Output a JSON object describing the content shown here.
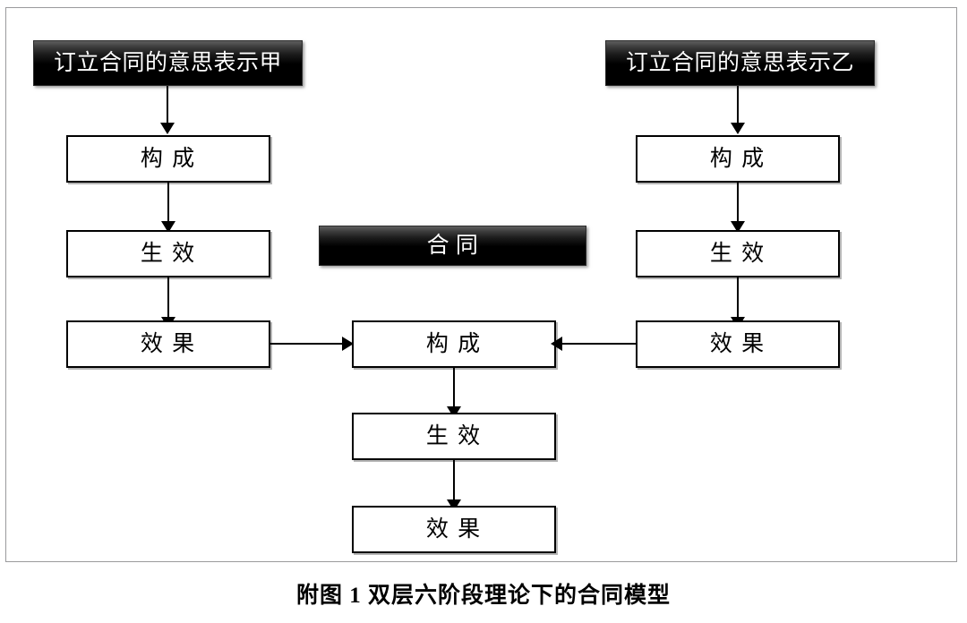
{
  "figure": {
    "caption": "附图 1 双层六阶段理论下的合同模型",
    "frame_color": "#9a9a9c",
    "background": "#ffffff"
  },
  "diagram": {
    "type": "flowchart",
    "columns": [
      {
        "id": "left",
        "header": {
          "label": "订立合同的意思表示甲",
          "style": "dark",
          "fill": "#000000",
          "text_color": "#ffffff"
        },
        "stages": [
          {
            "label": "构 成",
            "style": "light"
          },
          {
            "label": "生 效",
            "style": "light"
          },
          {
            "label": "效 果",
            "style": "light"
          }
        ]
      },
      {
        "id": "center",
        "header": {
          "label": "合 同",
          "style": "dark",
          "fill": "#000000",
          "text_color": "#ffffff"
        },
        "stages": [
          {
            "label": "构 成",
            "style": "light"
          },
          {
            "label": "生 效",
            "style": "light"
          },
          {
            "label": "效 果",
            "style": "light"
          }
        ]
      },
      {
        "id": "right",
        "header": {
          "label": "订立合同的意思表示乙",
          "style": "dark",
          "fill": "#000000",
          "text_color": "#ffffff"
        },
        "stages": [
          {
            "label": "构 成",
            "style": "light"
          },
          {
            "label": "生 效",
            "style": "light"
          },
          {
            "label": "效 果",
            "style": "light"
          }
        ]
      }
    ],
    "connectors": [
      {
        "name": "left-header-to-constitute",
        "direction": "down"
      },
      {
        "name": "left-constitute-to-effective",
        "direction": "down"
      },
      {
        "name": "left-effective-to-result",
        "direction": "down"
      },
      {
        "name": "left-result-to-center-constitute",
        "direction": "right"
      },
      {
        "name": "right-header-to-constitute",
        "direction": "down"
      },
      {
        "name": "right-constitute-to-effective",
        "direction": "down"
      },
      {
        "name": "right-effective-to-result",
        "direction": "down"
      },
      {
        "name": "right-result-to-center-constitute",
        "direction": "left"
      },
      {
        "name": "center-constitute-to-effective",
        "direction": "down"
      },
      {
        "name": "center-effective-to-result",
        "direction": "down"
      }
    ]
  }
}
